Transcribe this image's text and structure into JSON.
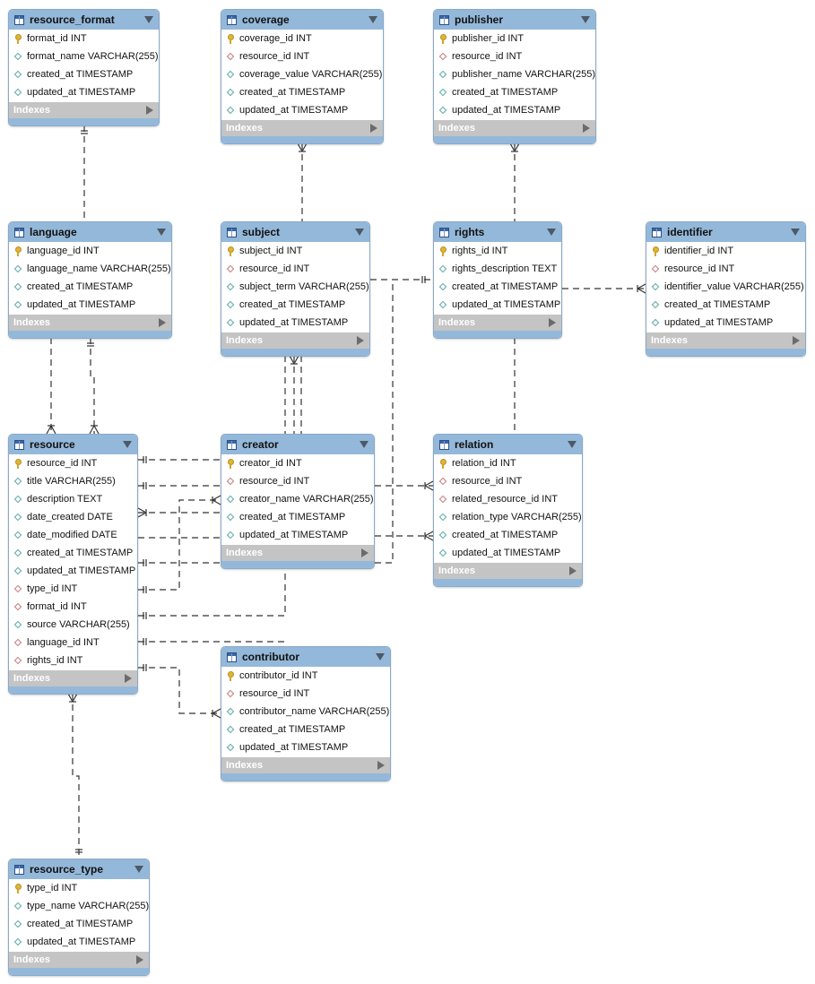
{
  "indexes_label": "Indexes",
  "tables": [
    {
      "key": "resource_format",
      "name": "resource_format",
      "columns": [
        {
          "kind": "pk",
          "text": "format_id INT"
        },
        {
          "kind": "col",
          "text": "format_name VARCHAR(255)"
        },
        {
          "kind": "col",
          "text": "created_at TIMESTAMP"
        },
        {
          "kind": "col",
          "text": "updated_at TIMESTAMP"
        }
      ]
    },
    {
      "key": "coverage",
      "name": "coverage",
      "columns": [
        {
          "kind": "pk",
          "text": "coverage_id INT"
        },
        {
          "kind": "fk",
          "text": "resource_id INT"
        },
        {
          "kind": "col",
          "text": "coverage_value VARCHAR(255)"
        },
        {
          "kind": "col",
          "text": "created_at TIMESTAMP"
        },
        {
          "kind": "col",
          "text": "updated_at TIMESTAMP"
        }
      ]
    },
    {
      "key": "publisher",
      "name": "publisher",
      "columns": [
        {
          "kind": "pk",
          "text": "publisher_id INT"
        },
        {
          "kind": "fk",
          "text": "resource_id INT"
        },
        {
          "kind": "col",
          "text": "publisher_name VARCHAR(255)"
        },
        {
          "kind": "col",
          "text": "created_at TIMESTAMP"
        },
        {
          "kind": "col",
          "text": "updated_at TIMESTAMP"
        }
      ]
    },
    {
      "key": "language",
      "name": "language",
      "columns": [
        {
          "kind": "pk",
          "text": "language_id INT"
        },
        {
          "kind": "col",
          "text": "language_name VARCHAR(255)"
        },
        {
          "kind": "col",
          "text": "created_at TIMESTAMP"
        },
        {
          "kind": "col",
          "text": "updated_at TIMESTAMP"
        }
      ]
    },
    {
      "key": "subject",
      "name": "subject",
      "columns": [
        {
          "kind": "pk",
          "text": "subject_id INT"
        },
        {
          "kind": "fk",
          "text": "resource_id INT"
        },
        {
          "kind": "col",
          "text": "subject_term VARCHAR(255)"
        },
        {
          "kind": "col",
          "text": "created_at TIMESTAMP"
        },
        {
          "kind": "col",
          "text": "updated_at TIMESTAMP"
        }
      ]
    },
    {
      "key": "rights",
      "name": "rights",
      "columns": [
        {
          "kind": "pk",
          "text": "rights_id INT"
        },
        {
          "kind": "col",
          "text": "rights_description TEXT"
        },
        {
          "kind": "col",
          "text": "created_at TIMESTAMP"
        },
        {
          "kind": "col",
          "text": "updated_at TIMESTAMP"
        }
      ]
    },
    {
      "key": "identifier",
      "name": "identifier",
      "columns": [
        {
          "kind": "pk",
          "text": "identifier_id INT"
        },
        {
          "kind": "fk",
          "text": "resource_id INT"
        },
        {
          "kind": "col",
          "text": "identifier_value VARCHAR(255)"
        },
        {
          "kind": "col",
          "text": "created_at TIMESTAMP"
        },
        {
          "kind": "col",
          "text": "updated_at TIMESTAMP"
        }
      ]
    },
    {
      "key": "resource",
      "name": "resource",
      "columns": [
        {
          "kind": "pk",
          "text": "resource_id INT"
        },
        {
          "kind": "col",
          "text": "title VARCHAR(255)"
        },
        {
          "kind": "col",
          "text": "description TEXT"
        },
        {
          "kind": "col",
          "text": "date_created DATE"
        },
        {
          "kind": "col",
          "text": "date_modified DATE"
        },
        {
          "kind": "col",
          "text": "created_at TIMESTAMP"
        },
        {
          "kind": "col",
          "text": "updated_at TIMESTAMP"
        },
        {
          "kind": "fk",
          "text": "type_id INT"
        },
        {
          "kind": "fk",
          "text": "format_id INT"
        },
        {
          "kind": "col",
          "text": "source VARCHAR(255)"
        },
        {
          "kind": "fk",
          "text": "language_id INT"
        },
        {
          "kind": "fk",
          "text": "rights_id INT"
        }
      ]
    },
    {
      "key": "creator",
      "name": "creator",
      "columns": [
        {
          "kind": "pk",
          "text": "creator_id INT"
        },
        {
          "kind": "fk",
          "text": "resource_id INT"
        },
        {
          "kind": "col",
          "text": "creator_name VARCHAR(255)"
        },
        {
          "kind": "col",
          "text": "created_at TIMESTAMP"
        },
        {
          "kind": "col",
          "text": "updated_at TIMESTAMP"
        }
      ]
    },
    {
      "key": "relation",
      "name": "relation",
      "columns": [
        {
          "kind": "pk",
          "text": "relation_id INT"
        },
        {
          "kind": "fk",
          "text": "resource_id INT"
        },
        {
          "kind": "fk",
          "text": "related_resource_id INT"
        },
        {
          "kind": "col",
          "text": "relation_type VARCHAR(255)"
        },
        {
          "kind": "col",
          "text": "created_at TIMESTAMP"
        },
        {
          "kind": "col",
          "text": "updated_at TIMESTAMP"
        }
      ]
    },
    {
      "key": "contributor",
      "name": "contributor",
      "columns": [
        {
          "kind": "pk",
          "text": "contributor_id INT"
        },
        {
          "kind": "fk",
          "text": "resource_id INT"
        },
        {
          "kind": "col",
          "text": "contributor_name VARCHAR(255)"
        },
        {
          "kind": "col",
          "text": "created_at TIMESTAMP"
        },
        {
          "kind": "col",
          "text": "updated_at TIMESTAMP"
        }
      ]
    },
    {
      "key": "resource_type",
      "name": "resource_type",
      "columns": [
        {
          "kind": "pk",
          "text": "type_id INT"
        },
        {
          "kind": "col",
          "text": "type_name VARCHAR(255)"
        },
        {
          "kind": "col",
          "text": "created_at TIMESTAMP"
        },
        {
          "kind": "col",
          "text": "updated_at TIMESTAMP"
        }
      ]
    }
  ]
}
